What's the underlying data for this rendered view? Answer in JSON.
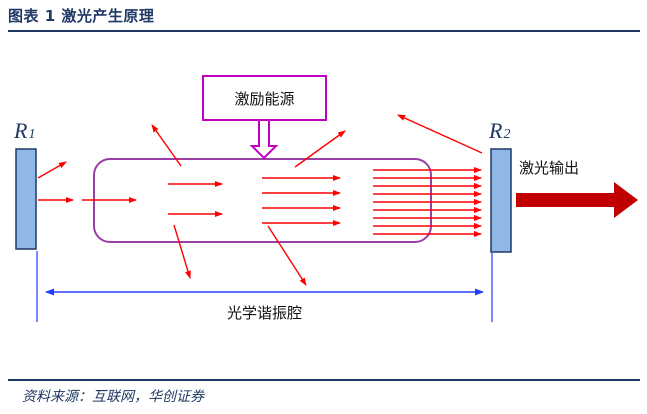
{
  "figure": {
    "title": "图表 1 激光产生原理",
    "source": "资料来源：互联网，华创证券"
  },
  "diagram": {
    "mirror_left": {
      "letter": "R",
      "index": "1"
    },
    "mirror_right": {
      "letter": "R",
      "index": "2"
    },
    "pump_label": "激励能源",
    "output_label": "激光输出",
    "cavity_label": "光学谐振腔"
  },
  "colors": {
    "title": "#1f3864",
    "mirror_fill": "#8fb8e8",
    "mirror_stroke": "#1f3864",
    "cavity_stroke": "#9b3fa8",
    "pump_stroke": "#c000c0",
    "beam": "#ff0000",
    "output_arrow": "#c00000",
    "dimension_line": "#1f3cff"
  },
  "icons": {
    "pump_arrow": "hollow-down-arrow-icon",
    "output_arrow": "thick-right-arrow-icon"
  }
}
